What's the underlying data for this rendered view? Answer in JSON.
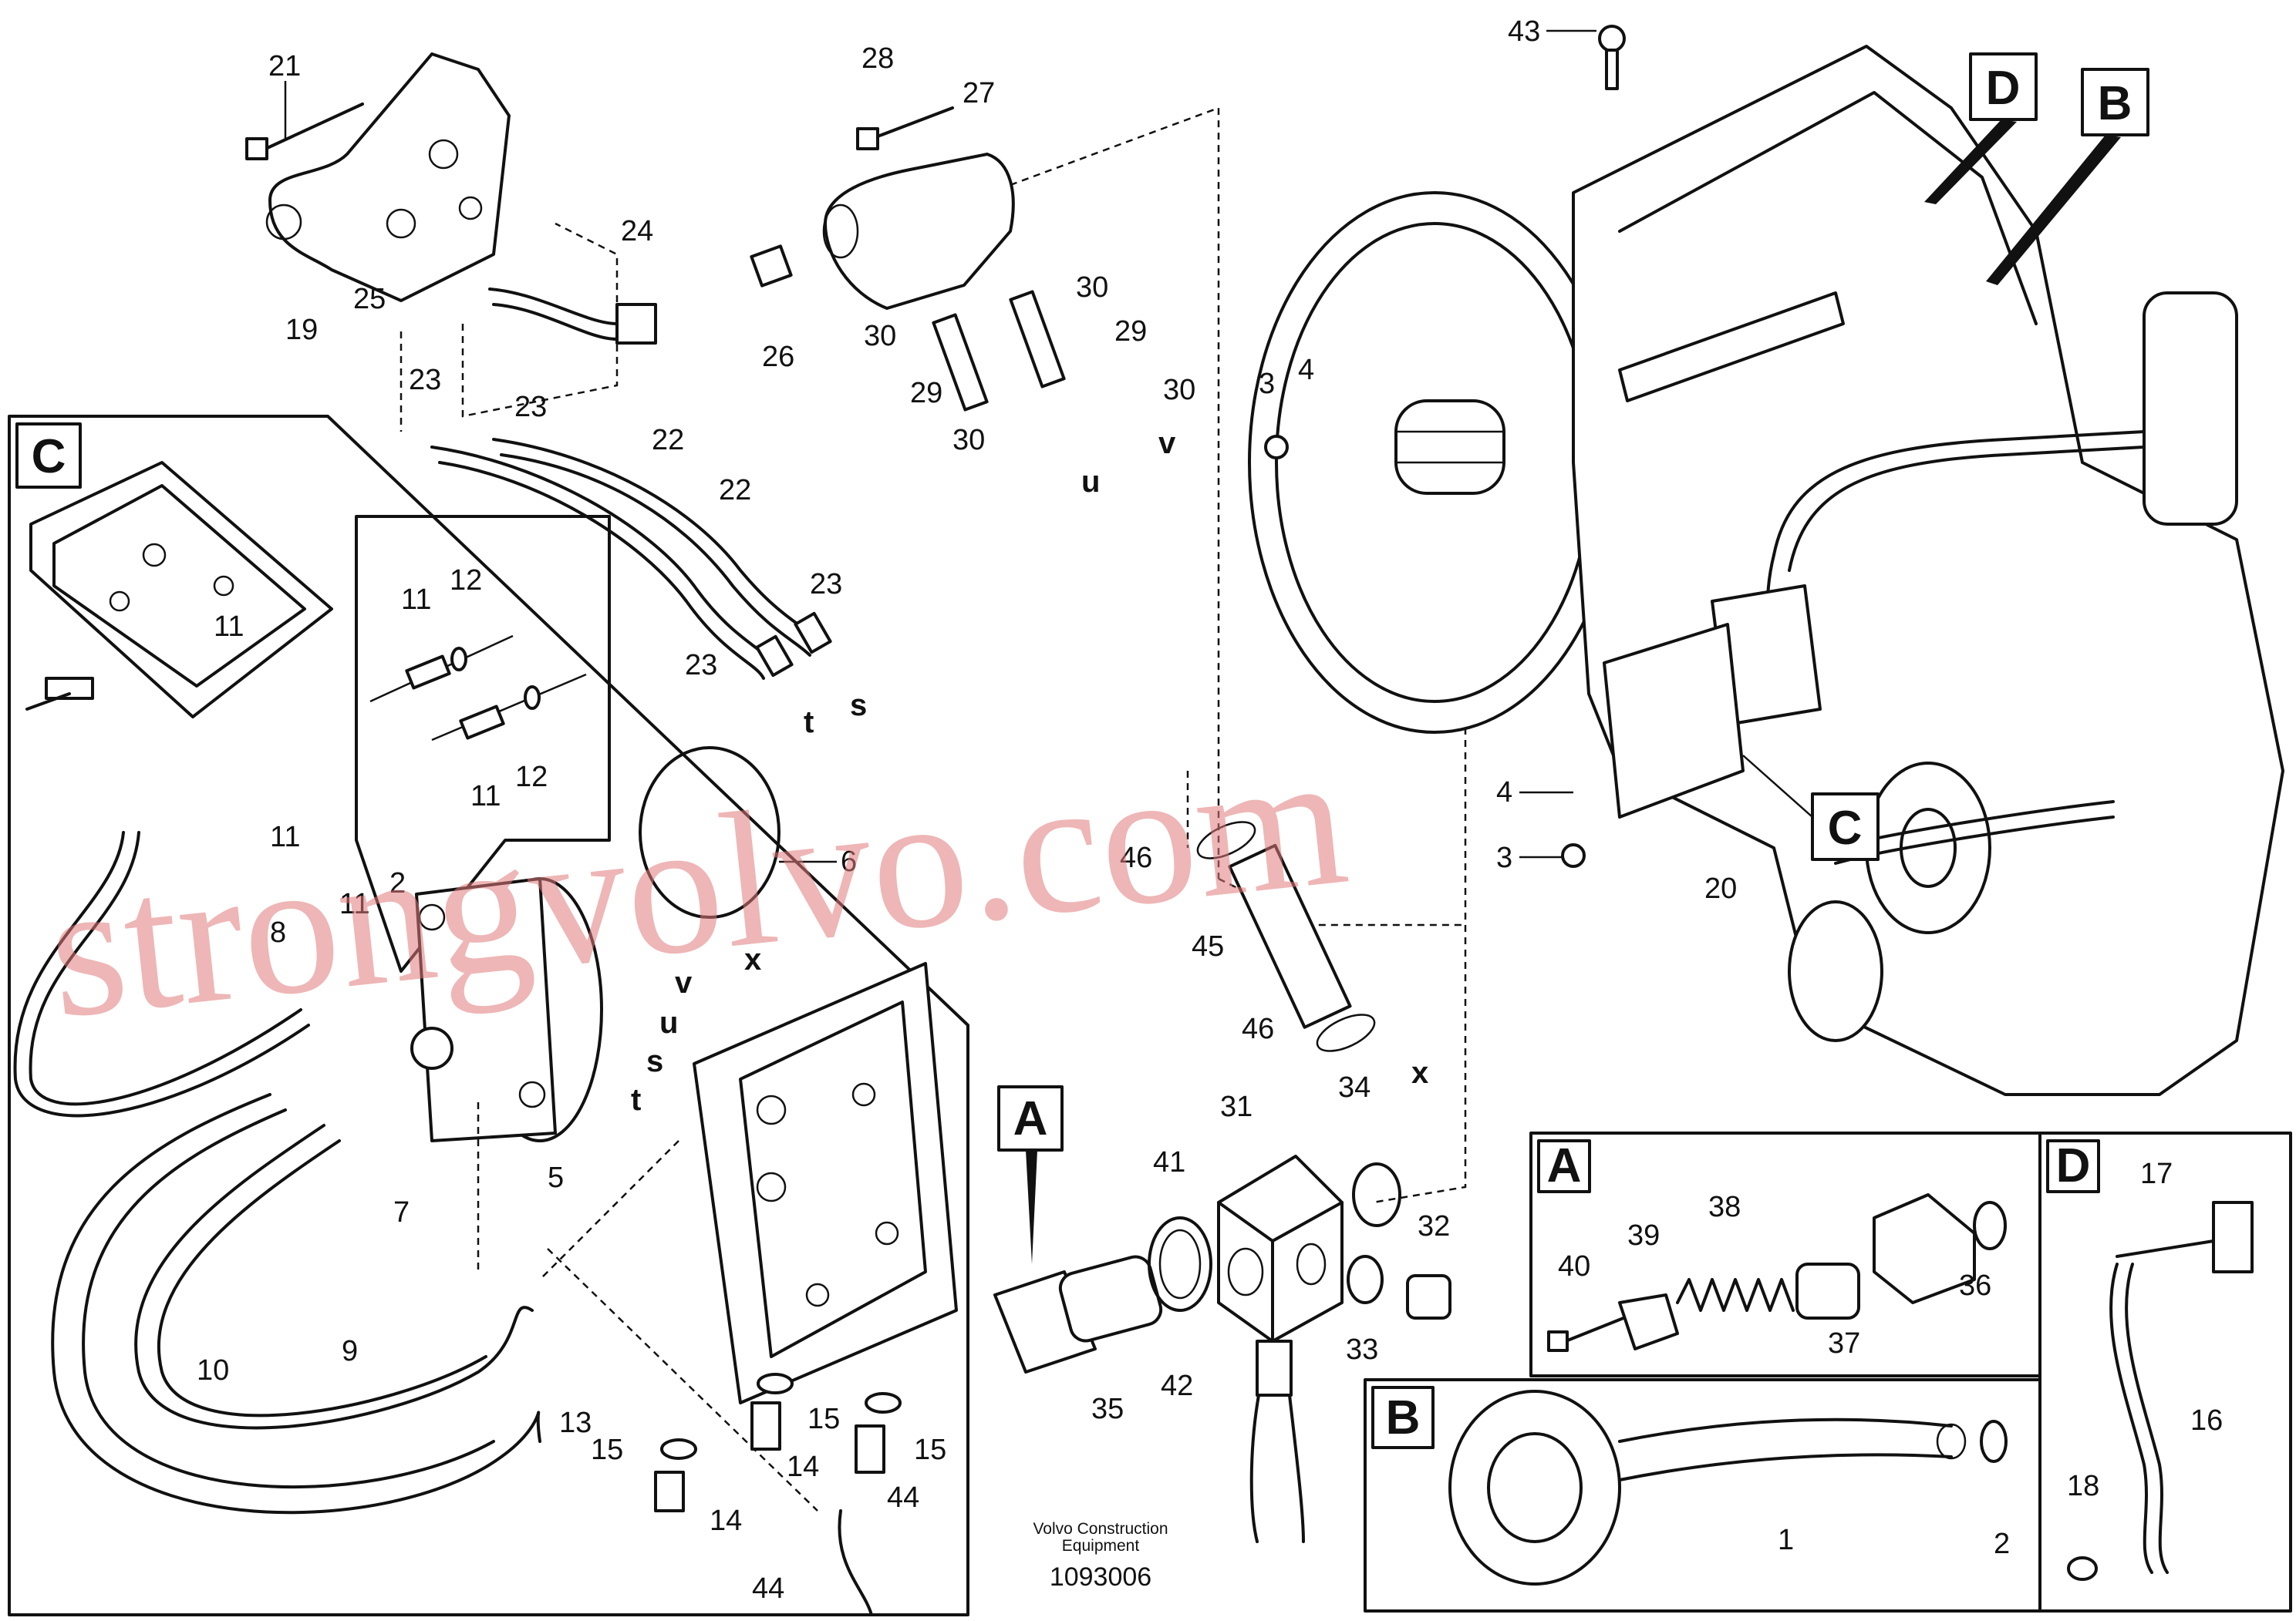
{
  "caption": {
    "line1": "Volvo Construction",
    "line2": "Equipment",
    "doc_number": "1093006"
  },
  "watermark": "strongvolvo.com",
  "detail_boxes": {
    "A": "A",
    "B": "B",
    "C": "C",
    "D": "D"
  },
  "callouts": {
    "n1": "1",
    "n2": "2",
    "n3": "3",
    "n4": "4",
    "n5": "5",
    "n6": "6",
    "n7": "7",
    "n8": "8",
    "n9": "9",
    "n10": "10",
    "n11": "11",
    "n12": "12",
    "n13": "13",
    "n14": "14",
    "n15": "15",
    "n16": "16",
    "n17": "17",
    "n18": "18",
    "n19": "19",
    "n20": "20",
    "n21": "21",
    "n22": "22",
    "n23": "23",
    "n24": "24",
    "n25": "25",
    "n26": "26",
    "n27": "27",
    "n28": "28",
    "n29": "29",
    "n30": "30",
    "n31": "31",
    "n32": "32",
    "n33": "33",
    "n34": "34",
    "n35": "35",
    "n36": "36",
    "n37": "37",
    "n38": "38",
    "n39": "39",
    "n40": "40",
    "n41": "41",
    "n42": "42",
    "n43": "43",
    "n44": "44",
    "n45": "45",
    "n46": "46"
  },
  "connection_letters": {
    "s": "s",
    "t": "t",
    "u": "u",
    "v": "v",
    "x": "x"
  }
}
